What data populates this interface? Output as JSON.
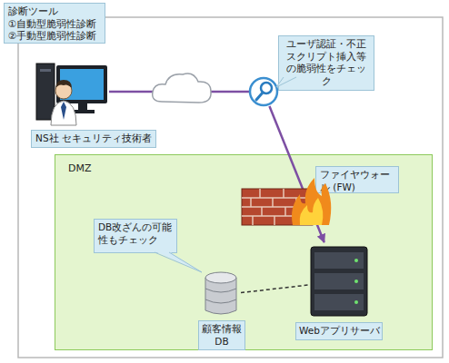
{
  "diagram": {
    "nodes": [
      {
        "text": [
          "診断ツール",
          "①自動型脆弱性診断",
          "②手動型脆弱性診断"
        ]
      },
      {
        "text": [
          "NS社 セキュリティ技術者"
        ]
      },
      {
        "text": [
          "ユーザ認証・不正スクリプト挿入等の脆弱性をチェック"
        ]
      },
      {
        "text": [
          "DMZ"
        ]
      },
      {
        "text": [
          "ファイヤウォール (FW)"
        ],
        "in": 3
      },
      {
        "text": [
          "DB改ざんの可能性もチェック"
        ],
        "in": 3
      },
      {
        "text": [
          "顧客情報 DB"
        ],
        "in": 3
      },
      {
        "text": [
          "Webアプリサーバ"
        ],
        "in": 3
      }
    ],
    "edges": [
      {
        "from": 1,
        "to": 2,
        "arrow": "none"
      },
      {
        "from": 2,
        "to": 7,
        "arrow": "to"
      },
      {
        "from": 6,
        "to": 7,
        "arrow": "none"
      }
    ]
  }
}
